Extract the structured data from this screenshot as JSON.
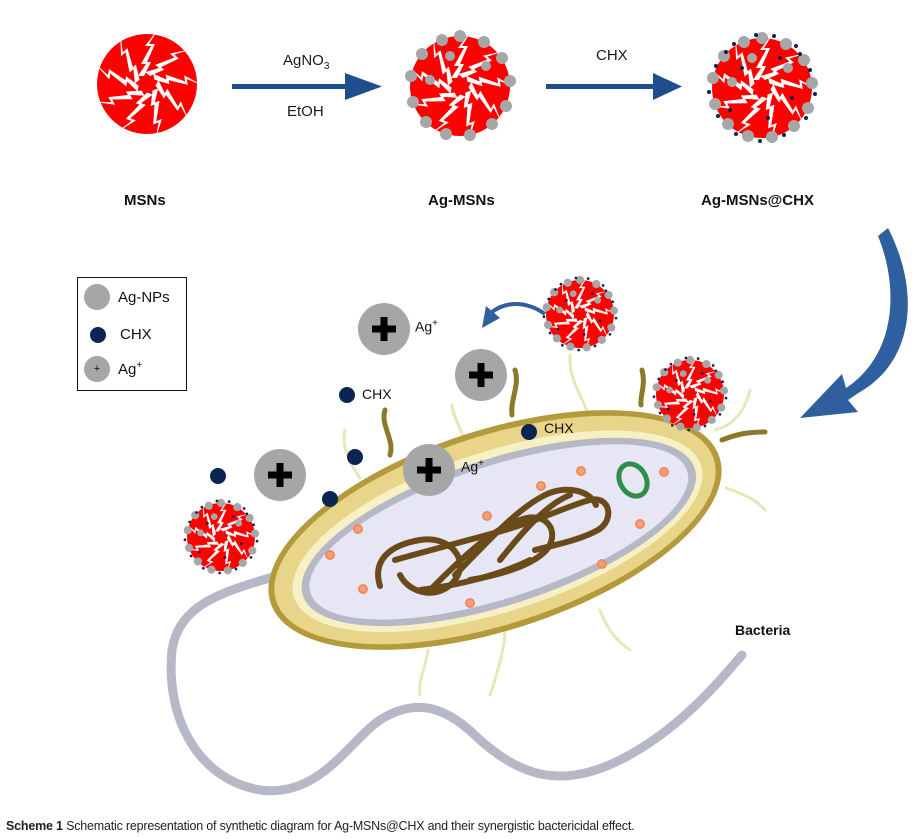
{
  "figure": {
    "caption_label": "Scheme 1",
    "caption_text": "Schematic representation of synthetic diagram for Ag-MSNs@CHX and their synergistic bactericidal effect."
  },
  "synthesis": {
    "stages": [
      {
        "name": "MSNs"
      },
      {
        "name": "Ag-MSNs"
      },
      {
        "name": "Ag-MSNs@CHX"
      }
    ],
    "steps": [
      {
        "reagent_main": "AgNO",
        "reagent_sub": "3",
        "condition": "EtOH"
      },
      {
        "reagent_main": "CHX",
        "condition": ""
      }
    ]
  },
  "legend": {
    "items": [
      {
        "label": "Ag-NPs",
        "symbol": "gray-large-circle"
      },
      {
        "label": "CHX",
        "symbol": "navy-small-dot"
      },
      {
        "label_main": "Ag",
        "label_sup": "+",
        "symbol": "gray-circle-plus"
      }
    ]
  },
  "mechanism": {
    "ion_label_main": "Ag",
    "ion_label_sup": "+",
    "chx_label": "CHX",
    "organism_label": "Bacteria"
  },
  "colors": {
    "nanoparticle_red": "#ff0000",
    "silver_gray": "#a6a6a6",
    "chx_navy": "#0b2453",
    "arrow_blue": "#1f4e8c",
    "cell_wall": "#b39b3c",
    "cell_wall_light": "#f1e3a0",
    "membrane": "#b7b8c6",
    "cytoplasm": "#e6e6f4",
    "dna_brown": "#6b4a1a",
    "ribosome": "#f08a5d",
    "plasmid_green": "#2f8f4a"
  }
}
